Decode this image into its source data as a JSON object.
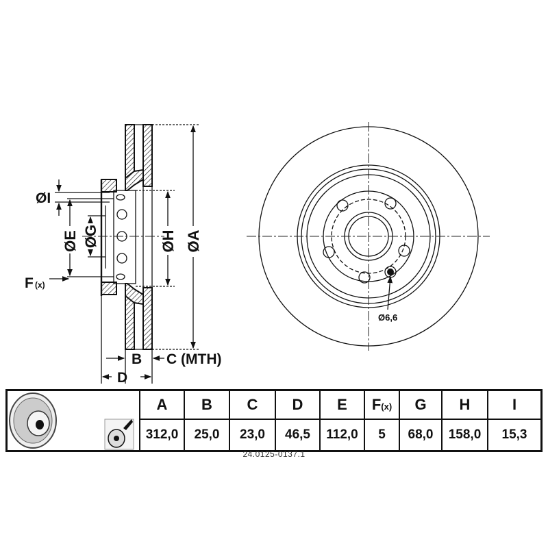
{
  "drawing": {
    "labels": {
      "I": "ØI",
      "E": "ØE",
      "G": "ØG",
      "H": "ØH",
      "A": "ØA",
      "F": "F",
      "F_sub": "(x)",
      "B": "B",
      "C": "C (MTH)",
      "D": "D",
      "hole": "Ø6,6"
    }
  },
  "table": {
    "headers": [
      "A",
      "B",
      "C",
      "D",
      "E",
      "F",
      "G",
      "H",
      "I"
    ],
    "f_sub": "(x)",
    "values": [
      "312,0",
      "25,0",
      "23,0",
      "46,5",
      "112,0",
      "5",
      "68,0",
      "158,0",
      "15,3"
    ]
  },
  "caption": "24.0125-0137.1",
  "colors": {
    "line": "#111111",
    "background": "#ffffff"
  }
}
